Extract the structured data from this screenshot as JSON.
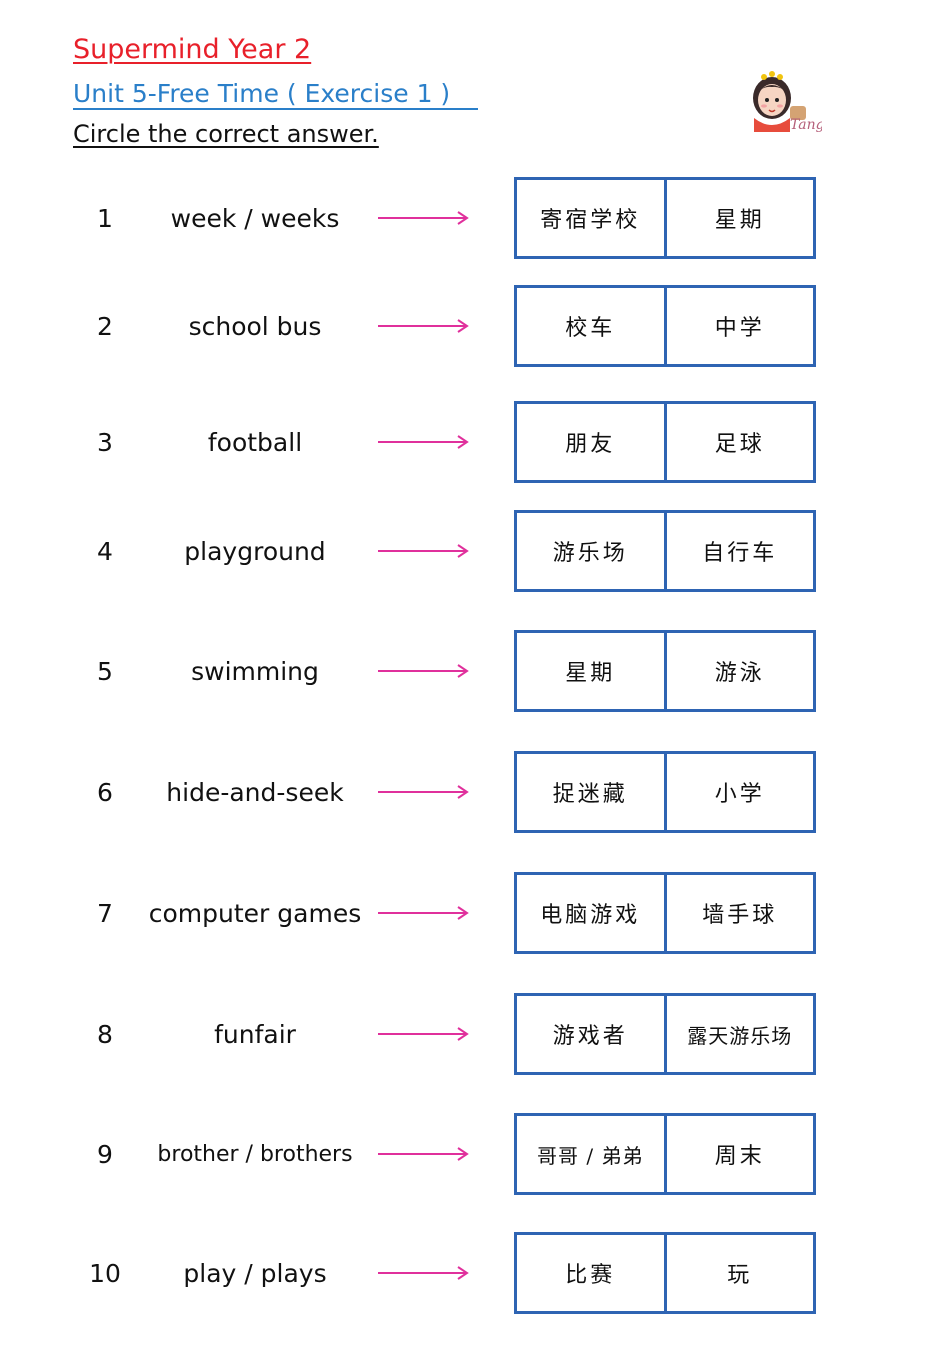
{
  "header": {
    "title": "Supermind Year 2",
    "unit": "Unit 5-Free Time ( Exercise 1 )",
    "instruction": "Circle the correct answer.",
    "logo_text": "Tang"
  },
  "colors": {
    "title": "#e8202a",
    "unit": "#2a7fc9",
    "arrow": "#e0309c",
    "box_border": "#2e64b3"
  },
  "items": [
    {
      "num": "1",
      "word": "week / weeks",
      "a": "寄宿学校",
      "b": "星期"
    },
    {
      "num": "2",
      "word": "school bus",
      "a": "校车",
      "b": "中学"
    },
    {
      "num": "3",
      "word": "football",
      "a": "朋友",
      "b": "足球"
    },
    {
      "num": "4",
      "word": "playground",
      "a": "游乐场",
      "b": "自行车"
    },
    {
      "num": "5",
      "word": "swimming",
      "a": "星期",
      "b": "游泳"
    },
    {
      "num": "6",
      "word": "hide-and-seek",
      "a": "捉迷藏",
      "b": "小学"
    },
    {
      "num": "7",
      "word": "computer games",
      "a": "电脑游戏",
      "b": "墙手球"
    },
    {
      "num": "8",
      "word": "funfair",
      "a": "游戏者",
      "b": "露天游乐场"
    },
    {
      "num": "9",
      "word": "brother / brothers",
      "a": "哥哥 / 弟弟",
      "b": "周末"
    },
    {
      "num": "10",
      "word": "play / plays",
      "a": "比赛",
      "b": "玩"
    }
  ]
}
